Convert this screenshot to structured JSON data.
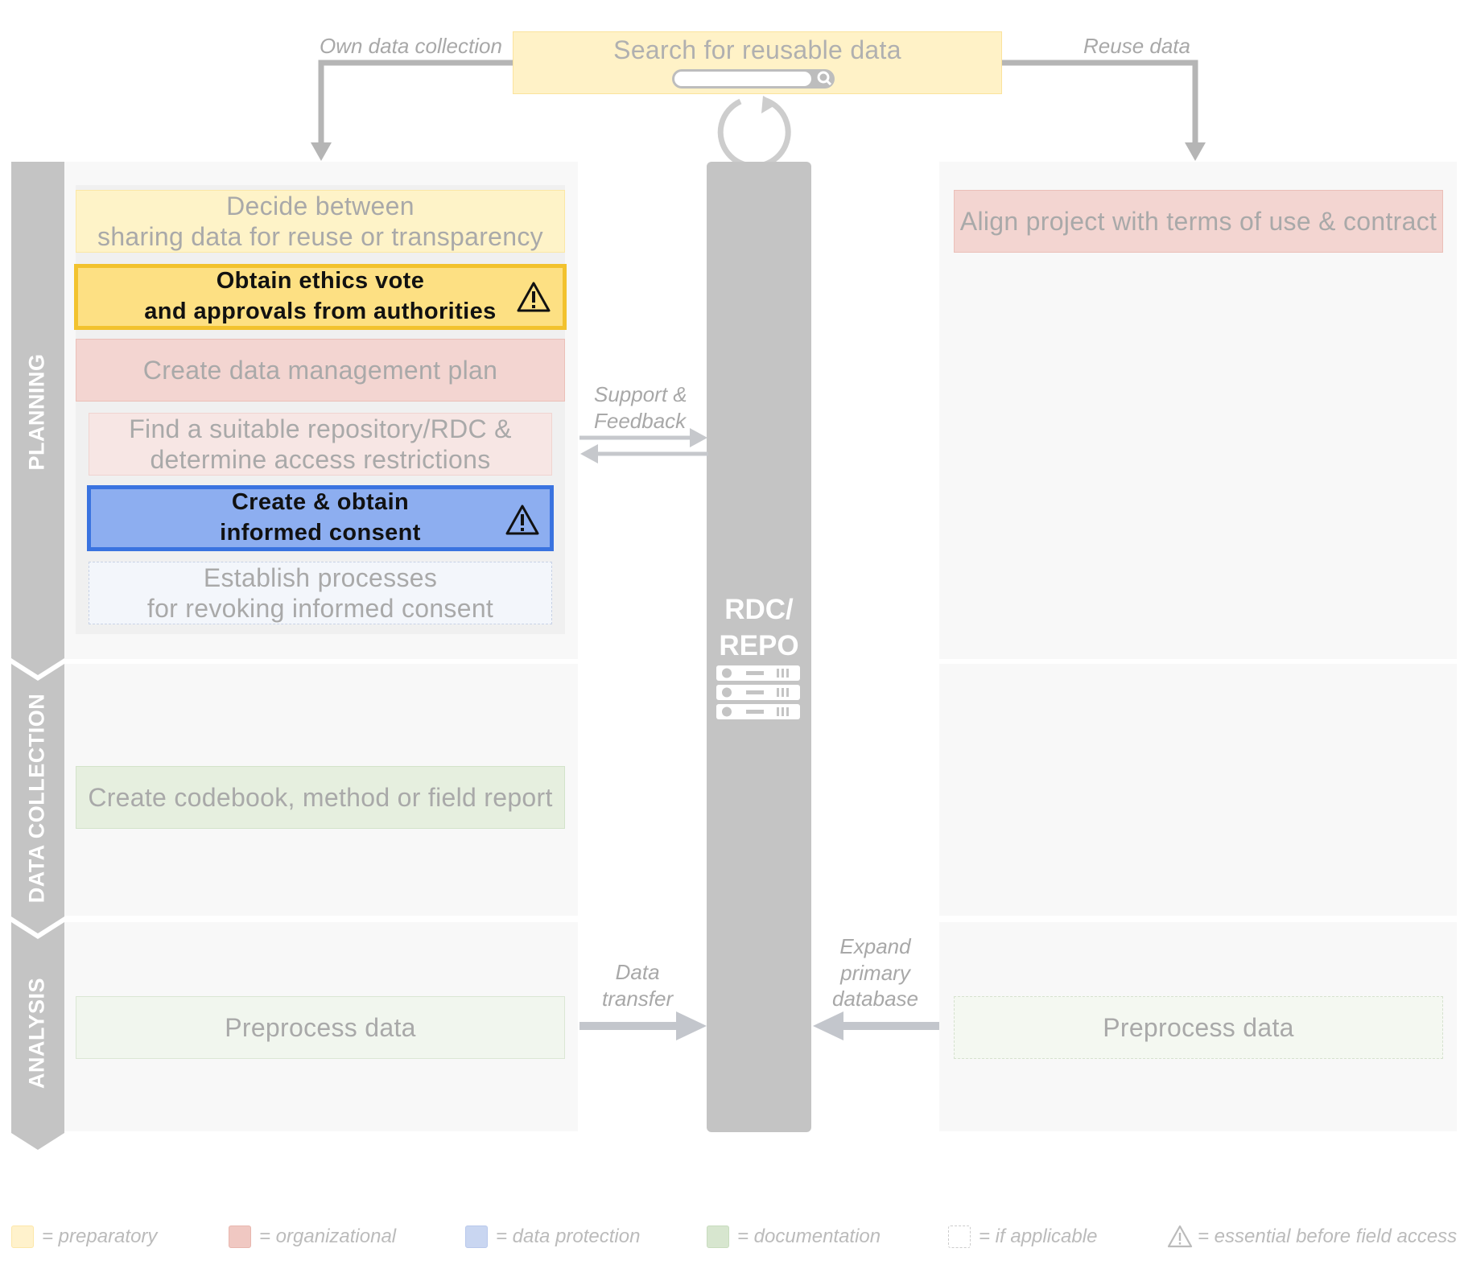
{
  "top": {
    "search_title": "Search for reusable data",
    "own_collection_label": "Own data collection",
    "reuse_label": "Reuse data"
  },
  "phases": {
    "planning": "PLANNING",
    "data_collection": "DATA COLLECTION",
    "analysis": "ANALYSIS"
  },
  "left_boxes": {
    "decide": "Decide between\nsharing data for reuse or transparency",
    "ethics": "Obtain ethics vote\nand approvals from authorities",
    "dmp": "Create data management plan",
    "repository": "Find a suitable repository/RDC &\ndetermine access restrictions",
    "consent": "Create & obtain\ninformed consent",
    "revoke": "Establish processes\nfor revoking informed consent",
    "codebook": "Create codebook,  method or field report",
    "preprocess": "Preprocess data"
  },
  "center": {
    "rdc_line1": "RDC/",
    "rdc_line2": "REPO",
    "support_label": "Support &\nFeedback",
    "transfer_label": "Data\ntransfer",
    "expand_label": "Expand\nprimary\ndatabase"
  },
  "right_boxes": {
    "align": "Align project with terms of use & contract",
    "preprocess": "Preprocess data"
  },
  "legend": [
    {
      "text": "= preparatory",
      "fill": "#fff2cc",
      "border": "#fde7a8"
    },
    {
      "text": "= organizational",
      "fill": "#f0c8c2",
      "border": "#e8b6ae"
    },
    {
      "text": "= data protection",
      "fill": "#c9d6f1",
      "border": "#b9c9ec"
    },
    {
      "text": "= documentation",
      "fill": "#d7e6cf",
      "border": "#c8dcbe"
    },
    {
      "text": "= if applicable",
      "fill": "#ffffff",
      "border": "#cccccc"
    },
    {
      "text": "= essential before field access",
      "icon": "warning-triangle-icon"
    }
  ],
  "colors": {
    "preparatory": "#fef3c8",
    "ethics": "#fde083",
    "ethics_border": "#f2c22e",
    "organizational": "#f3d5d1",
    "organizational_light": "#f7e6e4",
    "data_protection": "#8daef0",
    "data_protection_border": "#3a73e0",
    "documentation": "#e6efdf",
    "rdc_column": "#c4c4c4"
  }
}
